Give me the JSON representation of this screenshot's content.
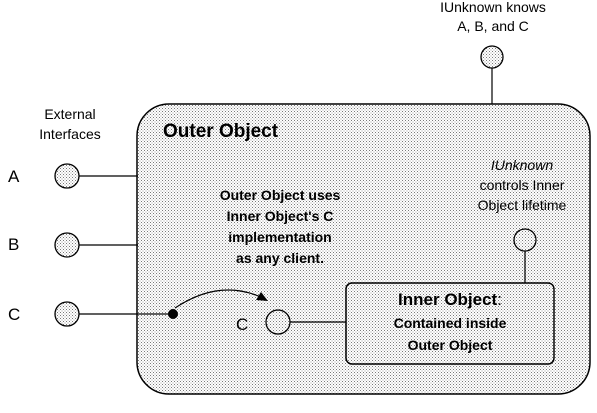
{
  "diagram": {
    "top_note_line1": "IUnknown knows",
    "top_note_line2": "A, B, and C",
    "external_line1": "External",
    "external_line2": "Interfaces",
    "interface_a": "A",
    "interface_b": "B",
    "interface_c": "C",
    "outer_title": "Outer Object",
    "uses_line1": "Outer Object uses",
    "uses_line2": "Inner Object's C",
    "uses_line3": "implementation",
    "uses_line4": "as any client.",
    "iunknown_italic": "IUnknown",
    "lifetime_line2": "controls Inner",
    "lifetime_line3": "Object lifetime",
    "inner_c_label": "C",
    "inner_title": "Inner Object",
    "inner_colon": ":",
    "inner_line2": "Contained inside",
    "inner_line3": "Outer Object"
  }
}
